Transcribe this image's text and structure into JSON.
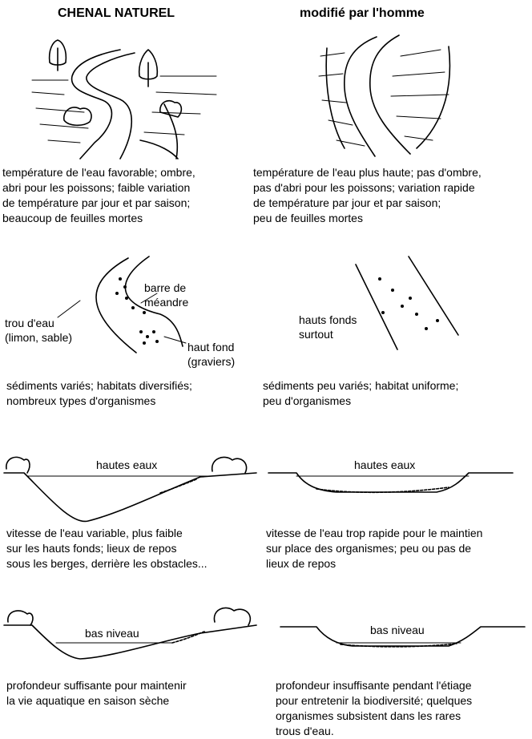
{
  "headers": {
    "left": "CHENAL NATUREL",
    "right": "modifié par l'homme"
  },
  "row1": {
    "left_text": "température de l'eau favorable; ombre,\nabri pour les poissons; faible variation\nde température par jour et par saison;\nbeaucoup de feuilles mortes",
    "right_text": "température de l'eau plus haute; pas d'ombre,\npas d'abri pour les poissons; variation rapide\nde température par jour et par saison;\npeu de feuilles mortes"
  },
  "row2": {
    "labels": {
      "barre": "barre de\nméandre",
      "trou": "trou d'eau\n(limon, sable)",
      "haut_fond": "haut fond\n(graviers)",
      "hauts_fonds": "hauts fonds\nsurtout"
    },
    "left_text": "sédiments variés; habitats diversifiés;\nnombreux types d'organismes",
    "right_text": "sédiments peu variés; habitat uniforme;\npeu d'organismes"
  },
  "row3": {
    "level_label_left": "hautes eaux",
    "level_label_right": "hautes eaux",
    "left_text": "vitesse de l'eau variable, plus faible\nsur les hauts fonds; lieux de repos\nsous les berges, derrière les obstacles...",
    "right_text": "vitesse de l'eau trop rapide pour le maintien\nsur place des organismes; peu ou pas de\n lieux de repos"
  },
  "row4": {
    "level_label_left": "bas niveau",
    "level_label_right": "bas niveau",
    "left_text": "profondeur suffisante pour maintenir\nla vie aquatique en saison sèche",
    "right_text": "profondeur insuffisante pendant l'étiage\npour entretenir la biodiversité; quelques\norganismes subsistent dans les rares\ntrous d'eau."
  }
}
